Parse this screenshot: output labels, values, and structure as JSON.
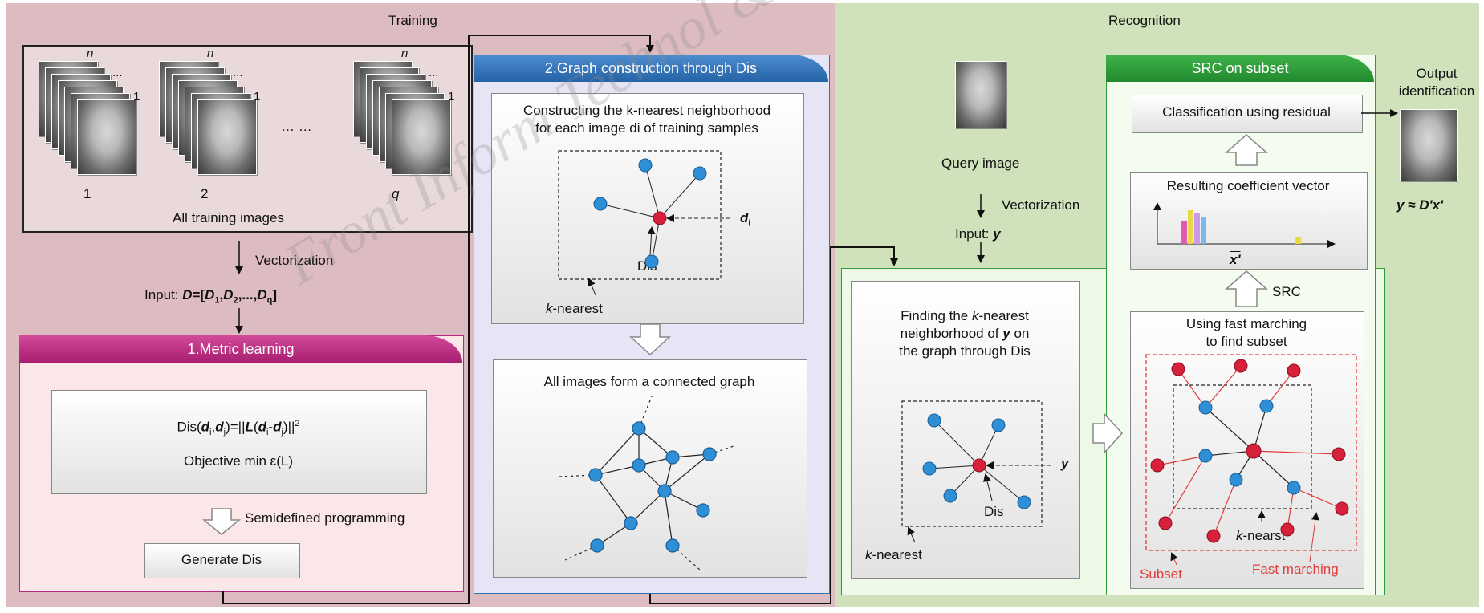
{
  "panels": {
    "training_title": "Training",
    "recognition_title": "Recognition"
  },
  "training": {
    "stack_n_label": "n",
    "stack_one_label": "1",
    "stack_ellipsis": "...",
    "between_stacks": "… …",
    "stack_captions": [
      "1",
      "2",
      "q"
    ],
    "all_images_caption": "All training images",
    "vectorization": "Vectorization",
    "input_prefix": "Input: ",
    "input_formula": "D=[D1,D2,...,Dq]"
  },
  "metric": {
    "tab": "1.Metric learning",
    "formula": "Dis(di,dj)=||L(di-dj)||²",
    "objective": "Objective min ε(L)",
    "semidefined": "Semidefined programming",
    "generate": "Generate Dis"
  },
  "graph": {
    "tab": "2.Graph construction through Dis",
    "knn_line1": "Constructing the k-nearest neighborhood",
    "knn_line2": "for each image di of training samples",
    "di_label": "di",
    "dis_label": "Dis",
    "knearest_label": "k-nearest",
    "connected": "All images form a connected graph"
  },
  "recognition": {
    "query_caption": "Query image",
    "vectorization": "Vectorization",
    "input": "Input: y",
    "finding_lines": [
      "Finding the k-nearest",
      "neighborhood of y on",
      "the graph through Dis"
    ],
    "y_label": "y",
    "dis_label": "Dis",
    "knearest_label": "k-nearest"
  },
  "src": {
    "tab": "SRC on subset",
    "classification": "Classification using residual",
    "coefficient_title": "Resulting coefficient vector",
    "x_hat": "x'",
    "src_label": "SRC",
    "fast_marching_lines": [
      "Using fast marching",
      "to find subset"
    ],
    "k_nearst": "k-nearst",
    "subset": "Subset",
    "fast_marching": "Fast marching"
  },
  "output": {
    "title_line1": "Output",
    "title_line2": "identification",
    "formula": "y ≈ D'x'"
  },
  "watermark": "Front Inform Technol & Electron",
  "colors": {
    "training_bg": "#dcbcc0",
    "recognition_bg": "#cfe2bc",
    "metric_tab": "#b8287f",
    "graph_tab": "#2f73b7",
    "src_tab": "#2f9a3a",
    "node_blue": "#2f8fd6",
    "node_red": "#d8203a",
    "subset_red": "#e23b3b"
  }
}
